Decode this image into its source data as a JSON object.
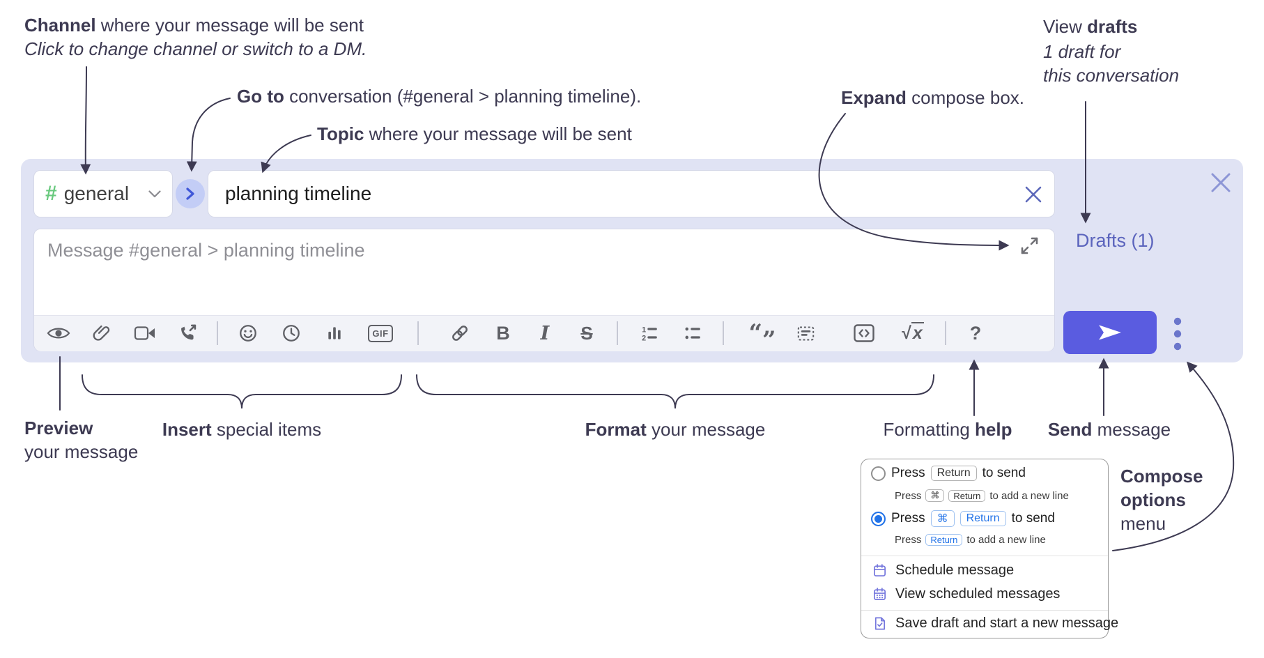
{
  "colors": {
    "panel_bg": "#e0e3f4",
    "accent_indigo": "#5a5ce0",
    "link_purple": "#5b64bd",
    "radio_blue": "#2273e8",
    "menu_icon_purple": "#7678dd",
    "hash_green": "#69c97e",
    "icon_gray": "#5f6066",
    "annotation_ink": "#3d3a52"
  },
  "annotations": {
    "channel_bold": "Channel",
    "channel_rest": " where your message will be sent",
    "channel_sub": "Click to change channel or switch to a DM.",
    "goto_bold": "Go to",
    "goto_rest": " conversation (#general > planning timeline).",
    "topic_bold": "Topic",
    "topic_rest": " where your message will be sent",
    "expand_bold": "Expand",
    "expand_rest": " compose box.",
    "view_drafts_pre": "View ",
    "view_drafts_bold": "drafts",
    "view_drafts_line2": "1 draft for",
    "view_drafts_line3": "this conversation",
    "preview_bold": "Preview",
    "preview_line2": "your message",
    "insert_bold": "Insert",
    "insert_rest": " special items",
    "format_bold": "Format",
    "format_rest": " your message",
    "help_pre": "Formatting ",
    "help_bold": "help",
    "send_bold": "Send",
    "send_rest": " message",
    "compose_menu_l1": "Compose",
    "compose_menu_l2": "options",
    "compose_menu_l3": "menu"
  },
  "compose": {
    "channel_hash": "#",
    "channel_name": "general",
    "topic_value": "planning timeline",
    "message_placeholder": "Message #general > planning timeline",
    "drafts_label": "Drafts (1)"
  },
  "toolbar": {
    "gif": "GIF",
    "bold": "B",
    "italic": "I",
    "strike": "S",
    "list_num_1": "1",
    "list_num_2": "2",
    "quote_open": "“",
    "quote_close": "”",
    "sqrt": "√",
    "sqrt_var": "x",
    "help": "?"
  },
  "options_menu": {
    "option1": {
      "press": "Press",
      "key": "Return",
      "suffix": "to send",
      "sub_press": "Press",
      "sub_key_cmd": "⌘",
      "sub_key_return": "Return",
      "sub_suffix": "to add a new line"
    },
    "option2": {
      "press": "Press",
      "key_cmd": "⌘",
      "key_return": "Return",
      "suffix": "to send",
      "sub_press": "Press",
      "sub_key_return": "Return",
      "sub_suffix": "to add a new line"
    },
    "items": [
      {
        "icon": "calendar-icon",
        "label": "Schedule message"
      },
      {
        "icon": "calendar-grid-icon",
        "label": "View scheduled messages"
      },
      {
        "icon": "save-draft-icon",
        "label": "Save draft and start a new message"
      }
    ]
  }
}
